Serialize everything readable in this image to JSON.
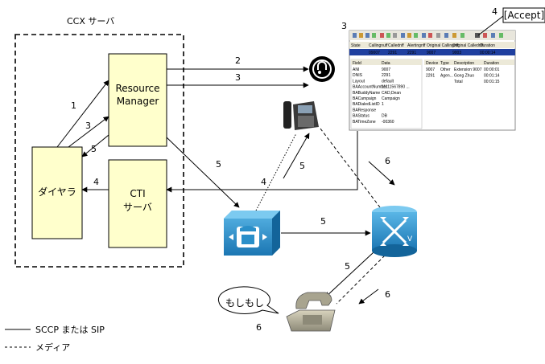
{
  "server_group": {
    "title": "CCX サーバ"
  },
  "boxes": {
    "resource_manager": {
      "line1": "Resource",
      "line2": "Manager"
    },
    "dialer": {
      "label": "ダイヤラ"
    },
    "cti_server": {
      "line1": "CTI",
      "line2": "サーバ"
    }
  },
  "step_labels": {
    "dialer_to_rm_1": "1",
    "rm_to_agent_2": "2",
    "rm_to_agent_3": "3",
    "dialer_to_rm_3": "3",
    "rm_to_dialer_5": "5",
    "cti_to_dialer_4": "4",
    "rm_to_gateway_5": "5",
    "agent_to_cti_4": "4",
    "gateway_to_phone_5": "5",
    "gateway_to_router_5": "5",
    "router_to_customer_5": "5",
    "agent_screen_3": "3",
    "accept_4": "4",
    "agent_to_router_media_6": "6",
    "router_to_customer_media_6": "6",
    "customer_6": "6"
  },
  "accept_button": {
    "label": "[Accept]"
  },
  "speech_bubble": {
    "text": "もしもし"
  },
  "legend": {
    "solid_label": "SCCP または SIP",
    "dashed_label": "メディア"
  },
  "agent_screen": {
    "table1_headers": [
      "State",
      "Callingnuff",
      "Callednff",
      "Alertingnff",
      "Original Callingnff",
      "Original Callednff",
      "Duration"
    ],
    "table1_row": [
      "",
      "09007",
      "2291",
      "2291",
      "9007",
      "9003",
      "00:00:14"
    ],
    "table2_headers": [
      "Field",
      "Data"
    ],
    "table2_rows": [
      [
        "ANI",
        "9007"
      ],
      [
        "DNIS",
        "2291"
      ],
      [
        "Layout",
        "default"
      ],
      [
        "BAAccountNumber",
        "11111567890 ..."
      ],
      [
        "BABuddyName",
        "CAD,Dean"
      ],
      [
        "BACampaign",
        "Campaign"
      ],
      [
        "BADialedListID",
        "1"
      ],
      [
        "BAResponse",
        ""
      ],
      [
        "BAStatus",
        "DB"
      ],
      [
        "BATimeZone",
        "-00360"
      ]
    ],
    "table3_headers": [
      "Device",
      "Type",
      "Description",
      "Duration"
    ],
    "table3_rows": [
      [
        "9007",
        "Other",
        "Extension 9007",
        "00:00:01"
      ],
      [
        "2291",
        "Agen...",
        "Gong Zhuo",
        "00:01:14"
      ],
      [
        "",
        "",
        "Total",
        "00:01:15"
      ]
    ]
  },
  "colors": {
    "box_fill": "#ffffcc",
    "device_blue": "#2a8fc9",
    "screen_highlight": "#1f3f9f"
  }
}
